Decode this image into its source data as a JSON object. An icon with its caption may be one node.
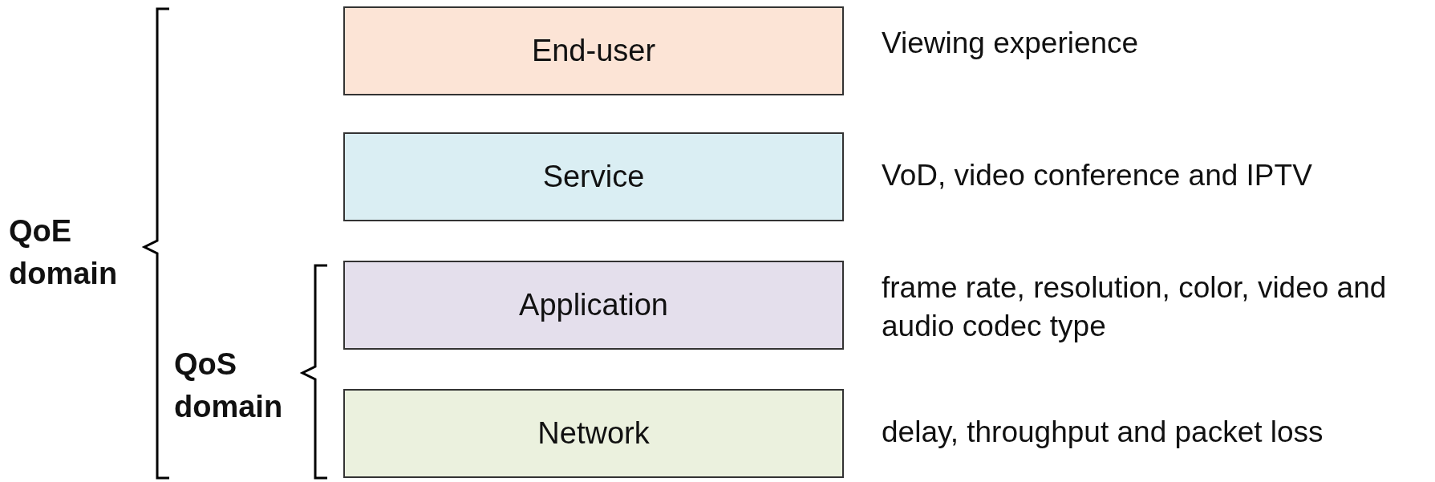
{
  "diagram": {
    "nodes": [
      {
        "text": [
          "End-user"
        ],
        "beside": [
          "Viewing experience"
        ]
      },
      {
        "text": [
          "Service"
        ],
        "beside": [
          "VoD, video conference and IPTV"
        ]
      },
      {
        "text": [
          "Application"
        ],
        "beside": [
          "frame rate, resolution, color, video and audio codec type"
        ]
      },
      {
        "text": [
          "Network"
        ],
        "beside": [
          "delay, throughput and packet loss"
        ]
      }
    ],
    "edges": [],
    "labels": [
      "QoE domain",
      "QoS domain"
    ]
  }
}
